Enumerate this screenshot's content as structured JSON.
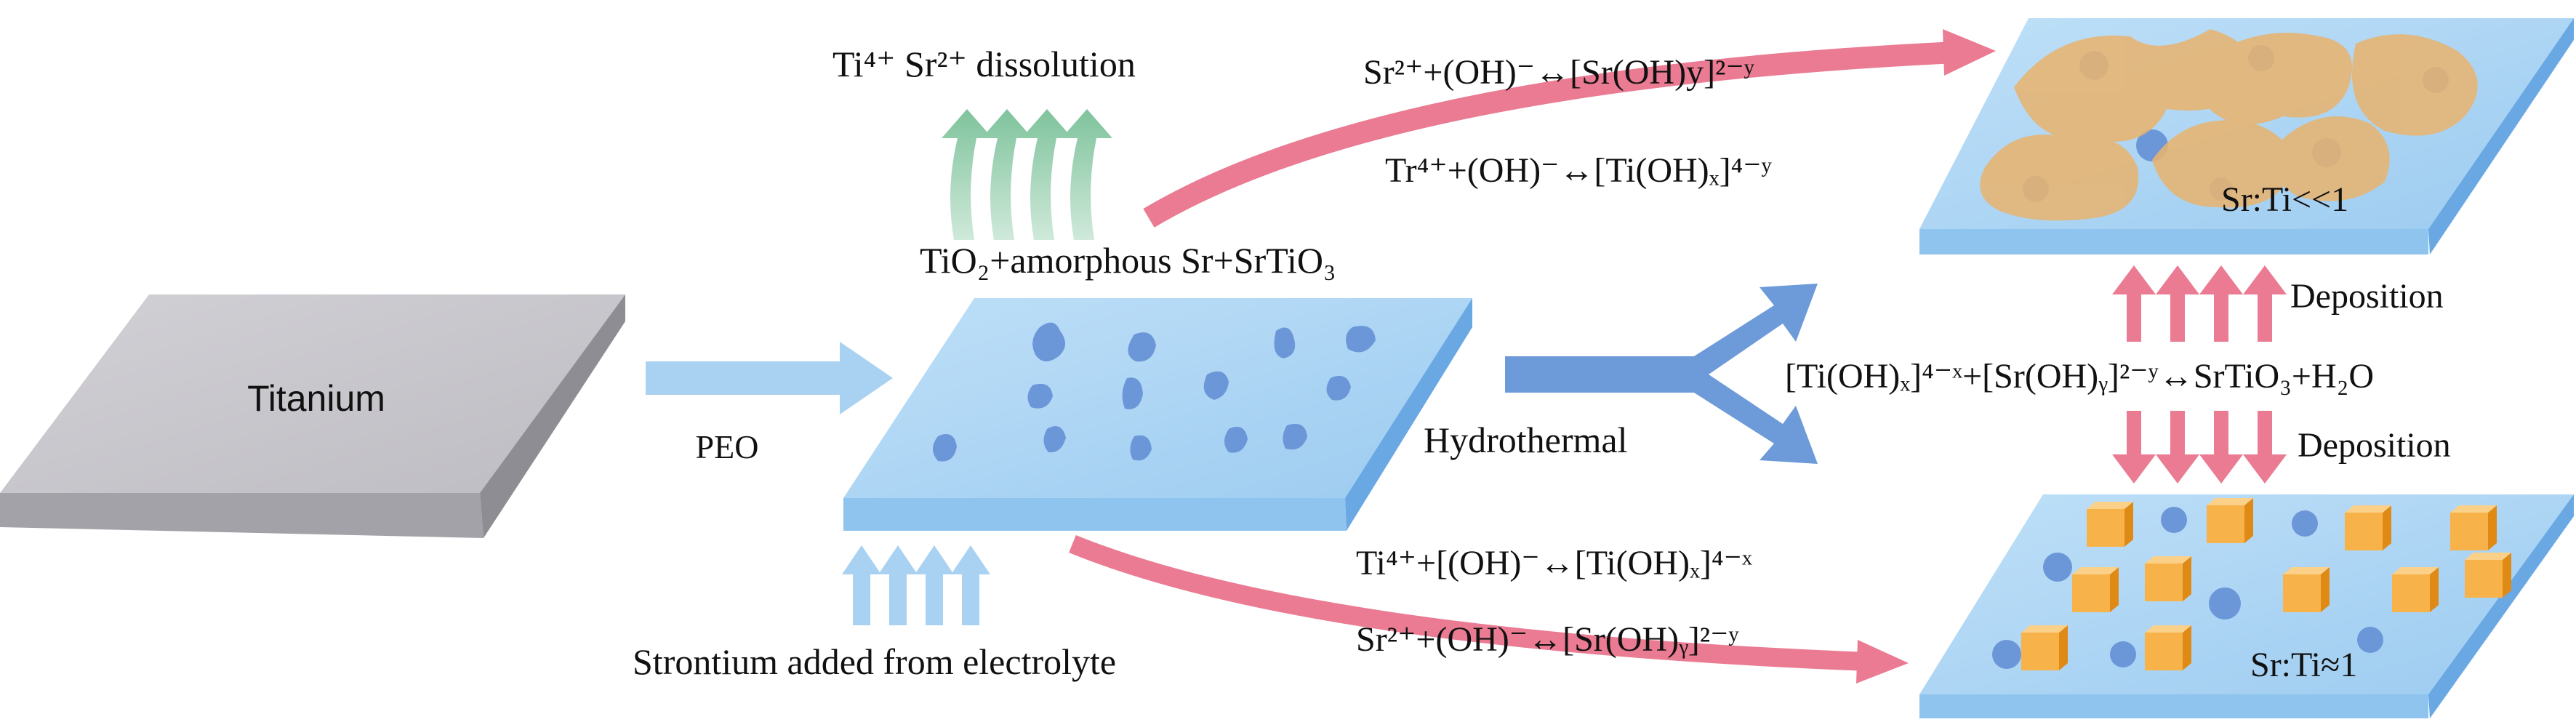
{
  "titanium_label": "Titanium",
  "peo_label": "PEO",
  "hydrothermal_label": "Hydrothermal",
  "dissolution_label": "Ti⁴⁺ Sr²⁺ dissolution",
  "peo_coating_label": "TiO₂+amorphous Sr+SrTiO₃",
  "strontium_label": "Strontium added from electrolyte",
  "upper_equation_1": "Sr²⁺+(OH)⁻↔[Sr(OH)y]²⁻ʸ",
  "upper_equation_2": "Tr⁴⁺+(OH)⁻↔[Ti(OH)ₓ]⁴⁻ʸ",
  "middle_equation": "[Ti(OH)ₓ]⁴⁻ˣ+[Sr(OH)ᵧ]²⁻ʸ↔SrTiO₃+H₂O",
  "deposition_upper": "Deposition",
  "deposition_lower": "Deposition",
  "lower_equation_1": "Ti⁴⁺+[(OH)⁻↔[Ti(OH)ₓ]⁴⁻ˣ",
  "lower_equation_2": "Sr²⁺+(OH)⁻↔[Sr(OH)ᵧ]²⁻ʸ",
  "top_result_label": "Sr:Ti<<1",
  "bottom_result_label": "Sr:Ti≈1",
  "colors": {
    "titanium_top": "#c7c6cc",
    "plate_blue": "#a9d3f3",
    "plate_blue_dark": "#7fb3e6",
    "particle_blue": "#6b96d8",
    "arrow_light_blue": "#a9d2f2",
    "arrow_blue": "#6d9ad9",
    "arrow_pink": "#ea7b93",
    "arrow_green": "#8ccaa8",
    "amorphous_orange": "#e7b471",
    "cube_orange": "#f5a93a"
  }
}
